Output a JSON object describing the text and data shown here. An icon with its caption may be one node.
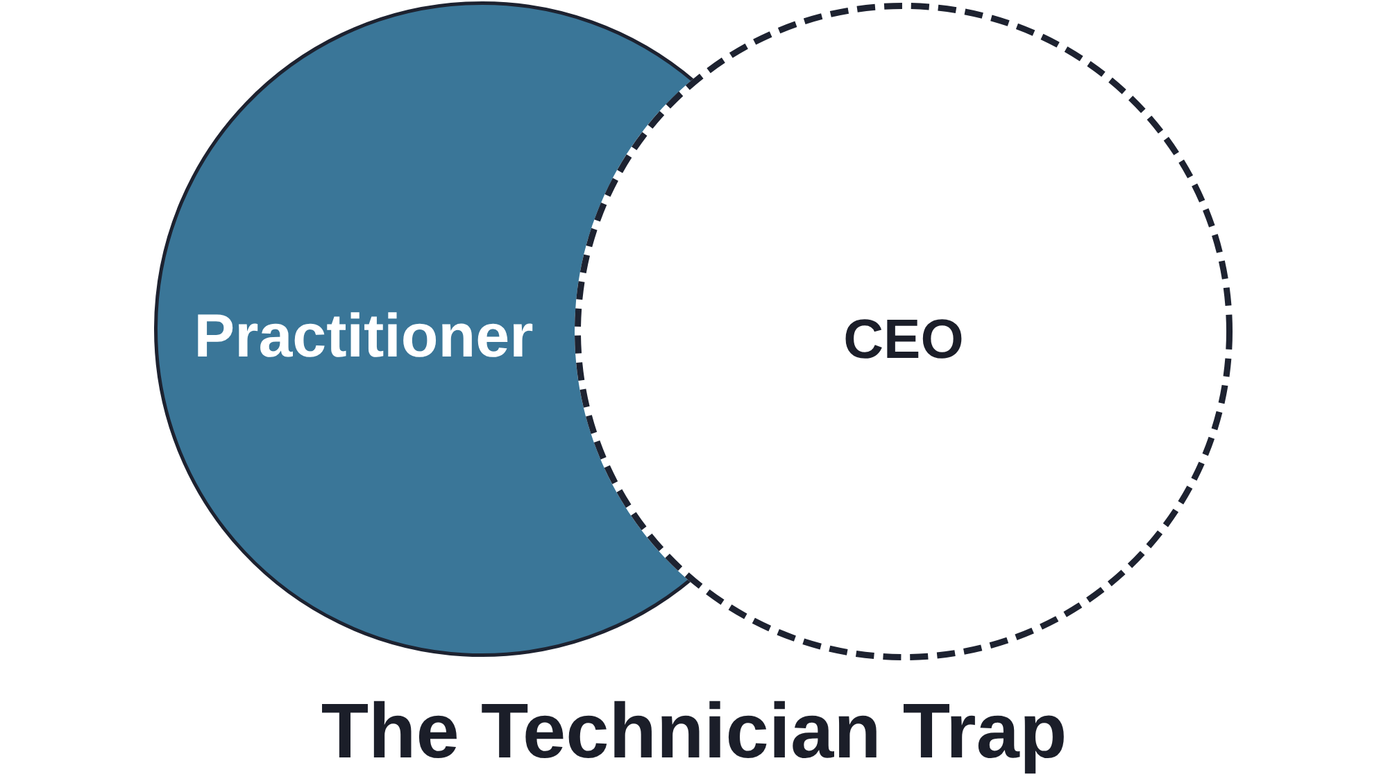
{
  "diagram": {
    "title": "The Technician Trap",
    "nodes": [
      {
        "text": [
          "Practitioner"
        ]
      },
      {
        "text": [
          "CEO"
        ]
      }
    ]
  }
}
